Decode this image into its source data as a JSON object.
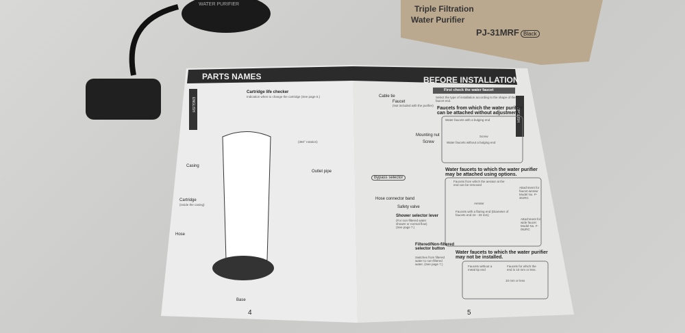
{
  "box": {
    "line1": "Triple Filtration",
    "line2": "Water Purifier",
    "model": "PJ-31MRF",
    "color_badge": "Black"
  },
  "purifier_label": "WATER PURIFIER",
  "left_page": {
    "title": "PARTS NAMES",
    "side_tab": "ENGLISH",
    "page_number": "4",
    "labels": [
      "Cartridge life checker",
      "Casing",
      "Outlet pipe",
      "Cartridge",
      "Hose",
      "Base"
    ],
    "notes": {
      "cartridge_life": "Indication when to change the cartridge (See page 6.)",
      "cartridge": "(inside the casing)",
      "rotation": "(360° rotation)"
    }
  },
  "right_page": {
    "title": "BEFORE INSTALLATION",
    "side_tab": "ENGLISH",
    "page_number": "5",
    "labels": [
      "Cable tie",
      "Faucet",
      "Mounting nut",
      "Screw",
      "Bypass selector",
      "Hose connector band",
      "Safety valve",
      "Shower selector lever",
      "Filtered/Non-filtered selector button"
    ],
    "notes": {
      "faucet": "(Not included with the purifier)",
      "shower": "(For non-filtered water shower or normal flow) (See page 7.)",
      "selector": "Switches from filtered water to non-filtered water. (See page 7.)"
    },
    "banner": "First check the water faucet",
    "intro": "Select the type of installation according to the shape of the faucet end.",
    "section1": "Faucets from which the water purifier can be attached without adjustment.",
    "s1_items": [
      "Water faucets with a bulging end",
      "Water faucets without a bulging end"
    ],
    "s1_screw": "Screw",
    "section2": "Water faucets to which the water purifier may be attached using options.",
    "s2_items": [
      "Faucets from which the aerator at the end can be removed",
      "Faucets with a flaring end (Diameter of faucets end 24 - 33 mm)"
    ],
    "s2_aerator": "Aerator",
    "s2_attach": [
      "Attachment for faucet aerator Model No. P-30JRC",
      "Attachment for wide faucet Model No. F-06JRC"
    ],
    "section3": "Water faucets to which the water purifier may not be installed.",
    "s3_items": [
      "Faucets without a metal tip end",
      "Faucets for which the end is 10 mm or less."
    ],
    "s3_dim": "10 mm or less"
  }
}
